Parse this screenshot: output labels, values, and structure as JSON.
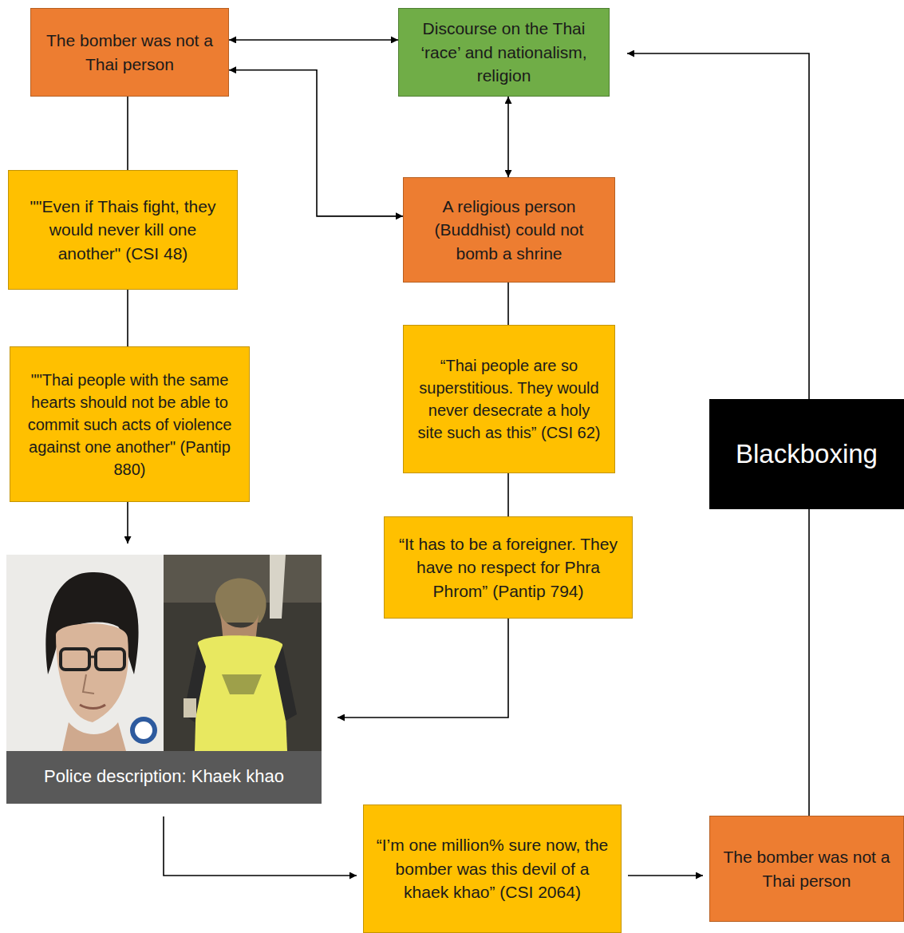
{
  "diagram": {
    "nodes": [
      {
        "text": [
          "The bomber was not a Thai person"
        ]
      },
      {
        "text": [
          "Discourse on the Thai ‘race’ and nationalism, religion"
        ]
      },
      {
        "text": [
          "\"\"Even if Thais fight, they would never kill one another\" (CSI 48)"
        ]
      },
      {
        "text": [
          "A religious person (Buddhist) could not bomb a shrine"
        ]
      },
      {
        "text": [
          "\"\"Thai people with the same hearts should not be able to commit such acts of violence against one another\" (Pantip 880)"
        ]
      },
      {
        "text": [
          "“Thai people are so superstitious. They would never desecrate a holy site such as this” (CSI 62)"
        ]
      },
      {
        "text": [
          "Blackboxing"
        ]
      },
      {
        "text": [
          "“It has to be a foreigner. They have no respect for Phra Phrom” (Pantip 794)"
        ]
      },
      {
        "text": [
          "Police description: Khaek khao"
        ]
      },
      {
        "text": [
          "“I’m one million% sure now, the bomber was this devil of a khaek khao” (CSI 2064)"
        ]
      },
      {
        "text": [
          "The bomber was not a Thai person"
        ]
      }
    ],
    "edges": [
      {
        "from": 0,
        "to": 1,
        "arrow": "both"
      },
      {
        "from": 0,
        "to": 3,
        "arrow": "both"
      },
      {
        "from": 1,
        "to": 3,
        "arrow": "both"
      },
      {
        "from": 0,
        "to": 2,
        "arrow": "none"
      },
      {
        "from": 2,
        "to": 4,
        "arrow": "none"
      },
      {
        "from": 4,
        "to": 8,
        "arrow": "to"
      },
      {
        "from": 3,
        "to": 5,
        "arrow": "none"
      },
      {
        "from": 5,
        "to": 7,
        "arrow": "none"
      },
      {
        "from": 7,
        "to": 8,
        "arrow": "to"
      },
      {
        "from": 8,
        "to": 9,
        "arrow": "to"
      },
      {
        "from": 9,
        "to": 10,
        "arrow": "to"
      },
      {
        "from": 10,
        "to": 6,
        "arrow": "none"
      },
      {
        "from": 6,
        "to": 1,
        "arrow": "to"
      }
    ]
  }
}
